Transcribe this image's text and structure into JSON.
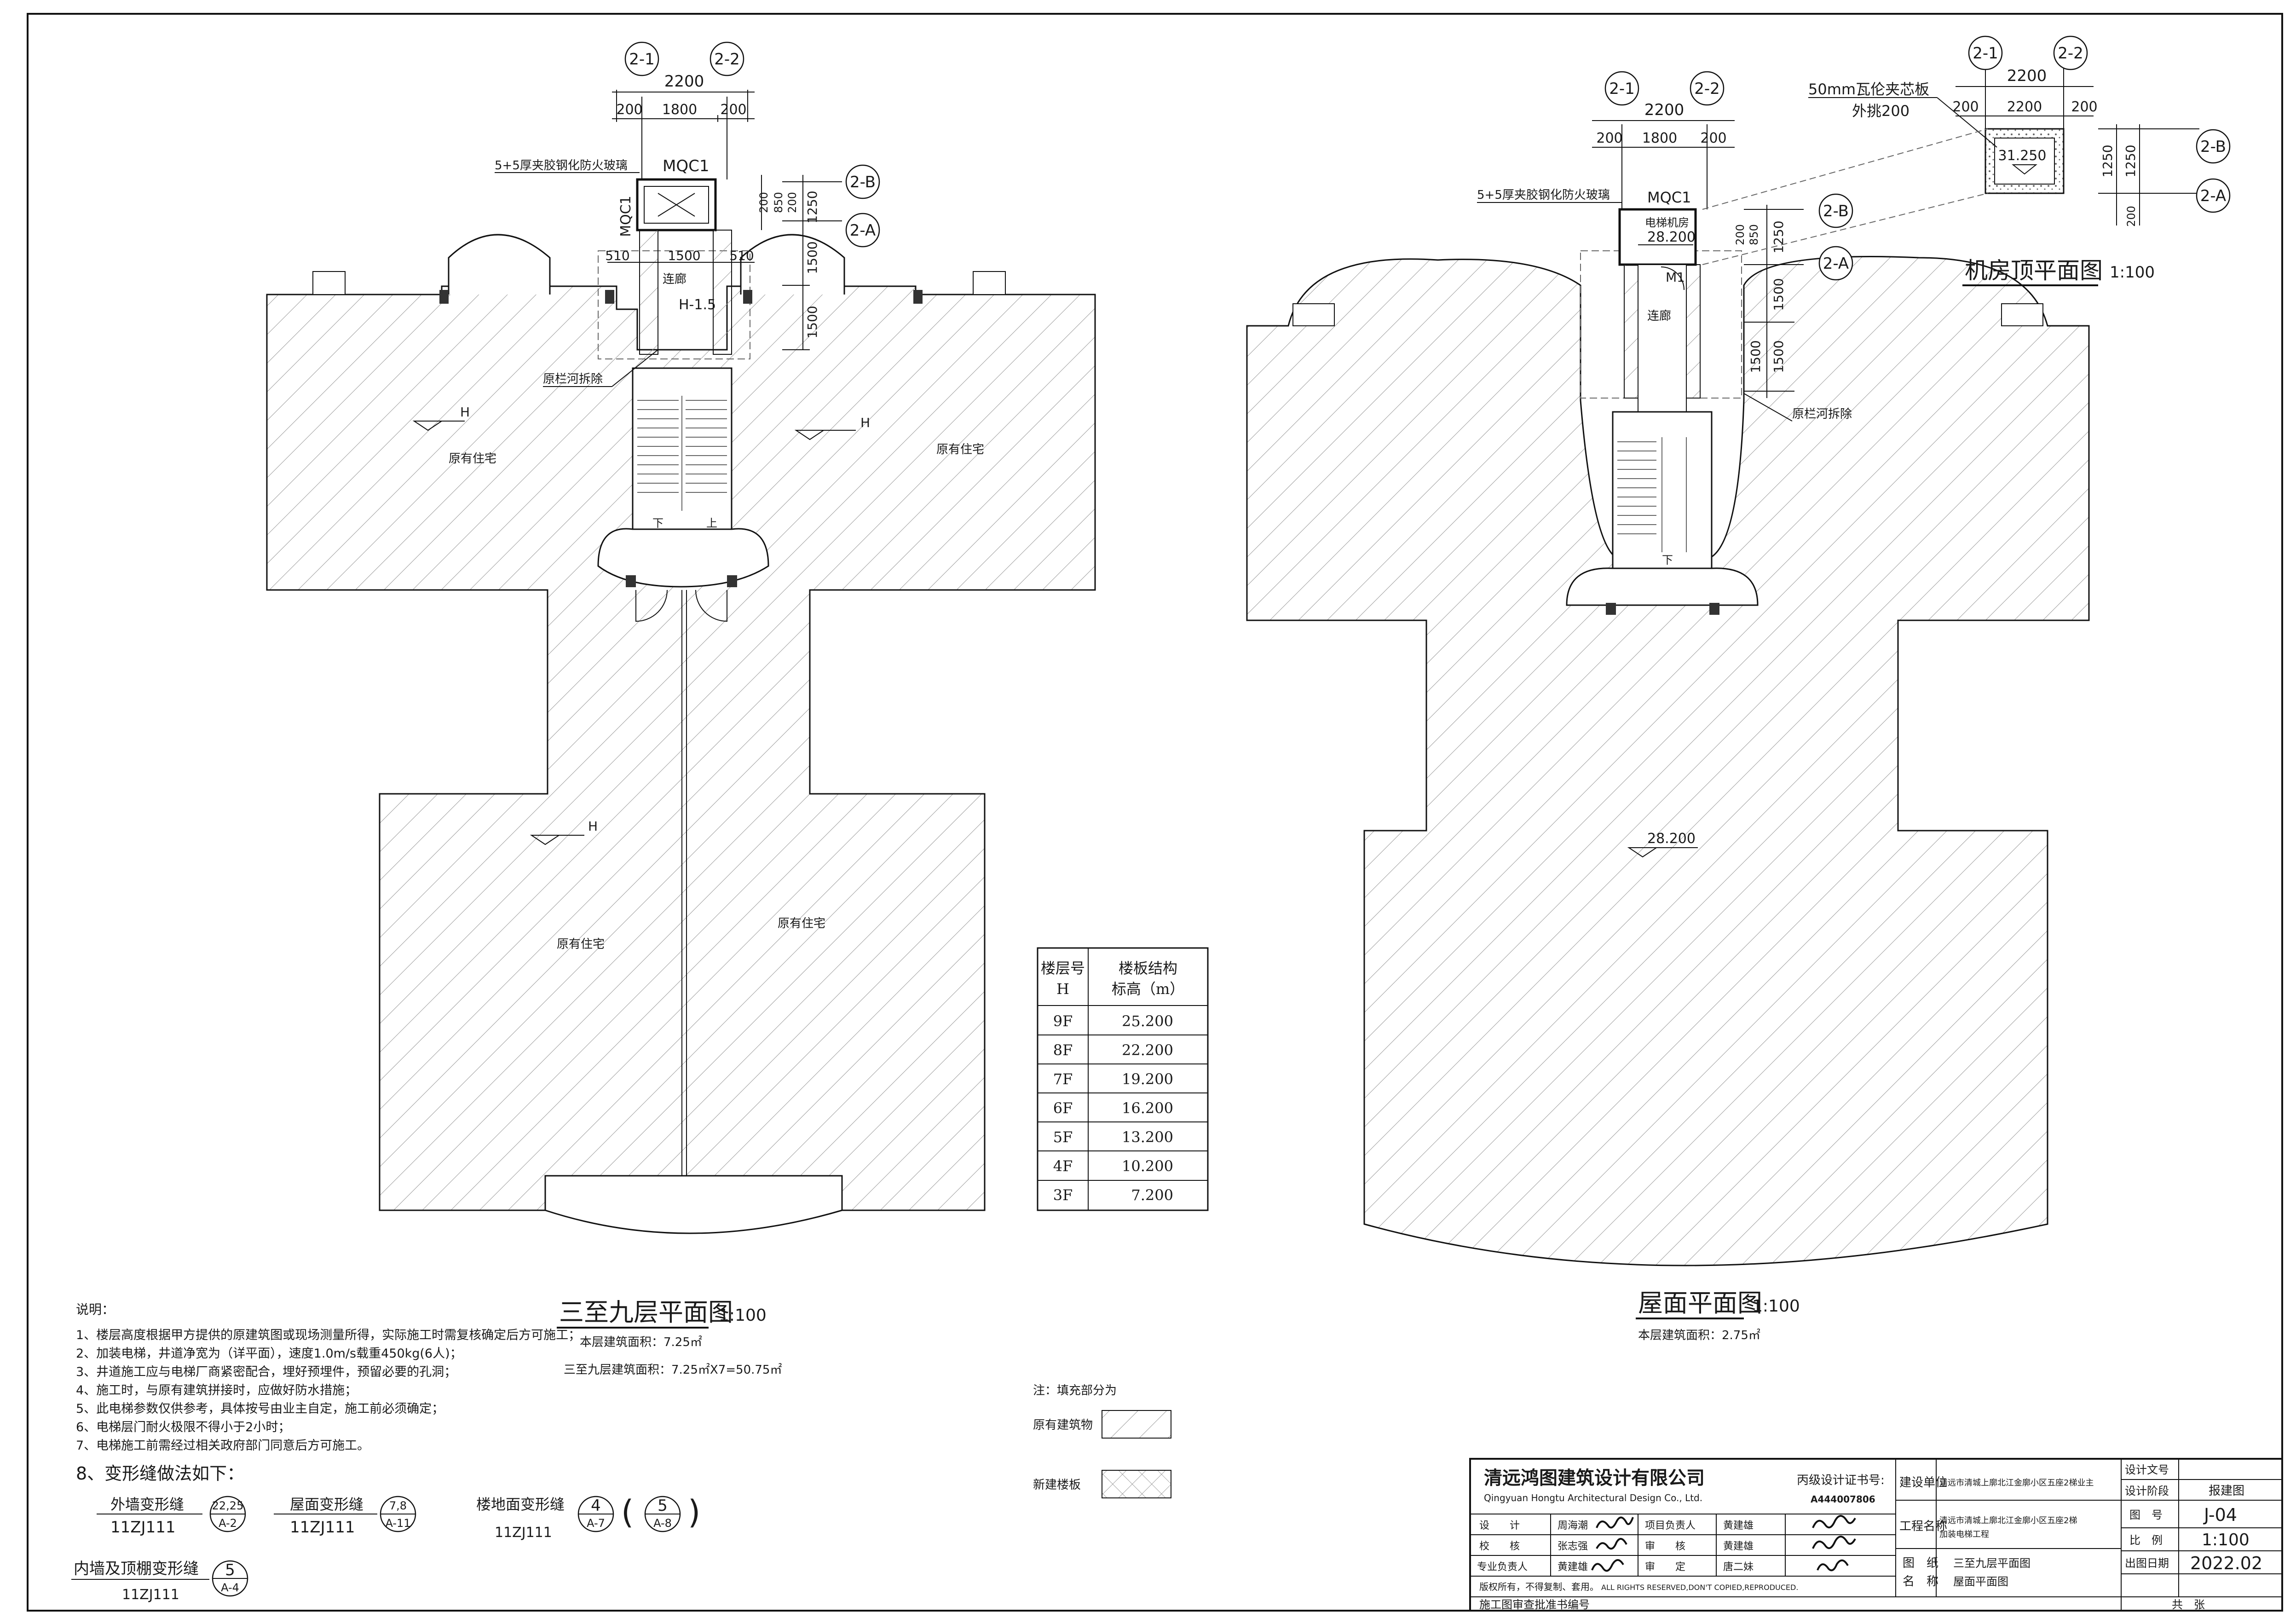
{
  "plan_left": {
    "title": "三至九层平面图",
    "scale": "1:100",
    "area_line": "本层建筑面积：7.25㎡",
    "total_line": "三至九层建筑面积：7.25㎡X7=50.75㎡",
    "grid_21": "2-1",
    "grid_22": "2-2",
    "grid_2b": "2-B",
    "grid_2a": "2-A",
    "dim_top": "2200",
    "dim_a": "200",
    "dim_b": "1800",
    "dim_c": "200",
    "dim_v1": "1250",
    "dim_v2": "1500",
    "dim_v3": "1500",
    "dim_s1": "200",
    "dim_s2": "850",
    "dim_s3": "200",
    "dim_510a": "510",
    "dim_1500": "1500",
    "dim_510b": "510",
    "glass_note": "5+5厚夹胶钢化防火玻璃",
    "door_mqc1": "MQC1",
    "door_mqc1_side": "MQC1",
    "corridor": "连廊",
    "elev_h15": "H-1.5",
    "railing_note": "原栏河拆除",
    "elev_h1": "H",
    "elev_h2": "H",
    "elev_h3": "H",
    "res1": "原有住宅",
    "res2": "原有住宅",
    "res3": "原有住宅",
    "res4": "原有住宅",
    "down": "下",
    "up": "上"
  },
  "plan_right": {
    "title": "屋面平面图",
    "scale": "1:100",
    "area_line": "本层建筑面积：2.75㎡",
    "grid_21": "2-1",
    "grid_22": "2-2",
    "grid_2b": "2-B",
    "grid_2a": "2-A",
    "dim_top": "2200",
    "dim_a": "200",
    "dim_b": "1800",
    "dim_c": "200",
    "dim_v1": "1250",
    "dim_v2": "1500",
    "dim_v3": "1500",
    "dim_v4": "1500",
    "dim_s1": "200",
    "dim_s2": "850",
    "glass_note": "5+5厚夹胶钢化防火玻璃",
    "door_mqc1": "MQC1",
    "machine_room": "电梯机房",
    "elev_282": "28.200",
    "door_m1": "M1",
    "corridor": "连廊",
    "railing_note": "原栏河拆除",
    "roof_elev": "28.200",
    "down": "下"
  },
  "plan_roof": {
    "title": "机房顶平面图",
    "scale": "1:100",
    "grid_21": "2-1",
    "grid_22": "2-2",
    "grid_2b": "2-B",
    "grid_2a": "2-A",
    "note1": "50mm瓦伦夹芯板",
    "note2": "外挑200",
    "dim_top": "2200",
    "dim_a": "200",
    "dim_b": "2200",
    "dim_c": "200",
    "dim_v1": "1250",
    "dim_v2": "1250",
    "dim_v3": "200",
    "elev": "31.250"
  },
  "floor_table": {
    "header_1a": "楼层号",
    "header_1b": "H",
    "header_2a": "楼板结构",
    "header_2b": "标高（m）",
    "rows": [
      {
        "floor": "9F",
        "elev": "25.200"
      },
      {
        "floor": "8F",
        "elev": "22.200"
      },
      {
        "floor": "7F",
        "elev": "19.200"
      },
      {
        "floor": "6F",
        "elev": "16.200"
      },
      {
        "floor": "5F",
        "elev": "13.200"
      },
      {
        "floor": "4F",
        "elev": "10.200"
      },
      {
        "floor": "3F",
        "elev": "7.200"
      }
    ]
  },
  "notes": {
    "heading": "说明：",
    "items": [
      "1、楼层高度根据甲方提供的原建筑图或现场测量所得，实际施工时需复核确定后方可施工；",
      "2、加装电梯，井道净宽为（详平面），速度1.0m/s载重450kg(6人)；",
      "3、井道施工应与电梯厂商紧密配合，埋好预埋件，预留必要的孔洞；",
      "4、施工时，与原有建筑拼接时，应做好防水措施；",
      "5、此电梯参数仅供参考，具体按号由业主自定，施工前必须确定；",
      "6、电梯层门耐火极限不得小于2小时；",
      "7、电梯施工前需经过相关政府部门同意后方可施工。"
    ],
    "item8": "8、变形缝做法如下：",
    "j1_label": "外墙变形缝",
    "j1_ref": "11ZJ111",
    "j1_top": "22,25",
    "j1_bot": "A-2",
    "j2_label": "屋面变形缝",
    "j2_ref": "11ZJ111",
    "j2_top": "7,8",
    "j2_bot": "A-11",
    "j3_label": "楼地面变形缝",
    "j3_ref": "11ZJ111",
    "j3_top": "4",
    "j3_bot": "A-7",
    "j3b_top": "5",
    "j3b_bot": "A-8",
    "j4_label": "内墙及顶棚变形缝",
    "j4_ref": "11ZJ111",
    "j4_top": "5",
    "j4_bot": "A-4"
  },
  "legend": {
    "heading": "注：填充部分为",
    "existing": "原有建筑物",
    "new": "新建楼板"
  },
  "title_block": {
    "company_cn": "清远鸿图建筑设计有限公司",
    "company_en": "Qingyuan Hongtu Architectural Design Co., Ltd.",
    "cert_label": "丙级设计证书号:",
    "cert_no": "A444007806",
    "role_design": "设　　计",
    "name_design": "周海潮",
    "role_pm": "项目负责人",
    "name_pm": "黄建雄",
    "role_check": "校　　核",
    "name_check": "张志强",
    "role_review": "审　　核",
    "name_review": "黄建雄",
    "role_spec": "专业负责人",
    "name_spec": "黄建雄",
    "role_approve": "审　　定",
    "name_approve": "唐二妹",
    "copyright": "版权所有，不得复制、套用。",
    "copyright_en": "ALL RIGHTS RESERVED,DON'T COPIED,REPRODUCED.",
    "client_label": "建设单位",
    "client_value": "清远市清城上廓北江金廓小区五座2梯业主",
    "project_label": "工程名称",
    "project_value_1": "清远市清城上廓北江金廓小区五座2梯",
    "project_value_2": "加装电梯工程",
    "drawing_label": "图　纸\n名　称",
    "drawing_label_1": "图　纸",
    "drawing_label_2": "名　称",
    "drawing_name_1": "三至九层平面图",
    "drawing_name_2": "屋面平面图",
    "docno_label": "设计文号",
    "phase_label": "设计阶段",
    "phase_value": "报建图",
    "sheet_label": "图　号",
    "sheet_value": "J-04",
    "ratio_label": "比　例",
    "ratio_value": "1:100",
    "date_label": "出图日期",
    "date_value": "2022.02",
    "review_no": "施工图审查批准书编号",
    "total": "共　张"
  }
}
